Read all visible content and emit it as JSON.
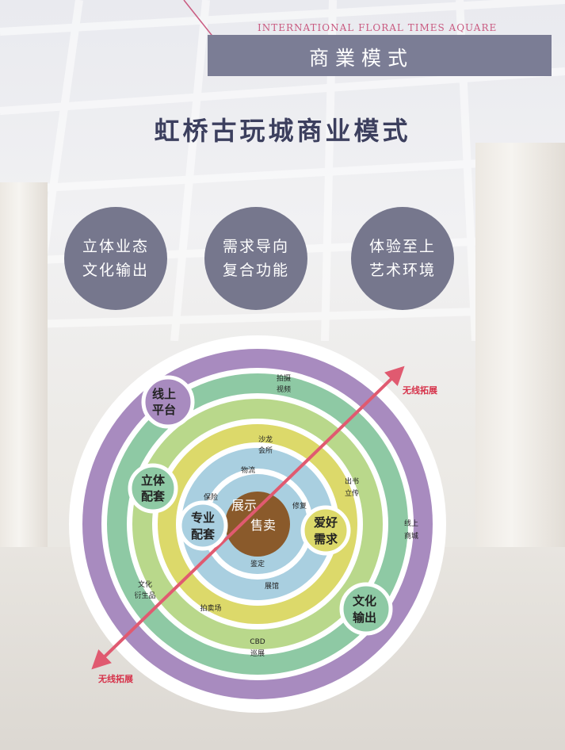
{
  "header": {
    "tagline": "INTERNATIONAL FLORAL TIMES AQUARE",
    "title": "商業模式"
  },
  "page_title": "虹桥古玩城商业模式",
  "pillars": [
    {
      "line1": "立体业态",
      "line2": "文化输出"
    },
    {
      "line1": "需求导向",
      "line2": "复合功能"
    },
    {
      "line1": "体验至上",
      "line2": "艺术环境"
    }
  ],
  "diagram": {
    "core": {
      "line1": "展示",
      "line2": "售卖"
    },
    "rings": {
      "blue": [
        "物流",
        "保险",
        "修复",
        "鉴定"
      ],
      "yellow": [
        [
          "沙龙",
          "会所"
        ],
        "展馆"
      ],
      "green": [
        [
          "拍摄",
          "视频"
        ],
        [
          "出书",
          "立传"
        ],
        [
          "文化",
          "衍生品"
        ],
        "拍卖场"
      ],
      "purple": [
        [
          "线上",
          "商城"
        ],
        [
          "CBD",
          "巡展"
        ]
      ]
    },
    "nodes": [
      {
        "line1": "线上",
        "line2": "平台"
      },
      {
        "line1": "立体",
        "line2": "配套"
      },
      {
        "line1": "专业",
        "line2": "配套"
      },
      {
        "line1": "爱好",
        "line2": "需求"
      },
      {
        "line1": "文化",
        "line2": "输出"
      }
    ],
    "arrow_label": "无线拓展",
    "colors": {
      "purple": "#a88bbf",
      "green": "#8ec9a4",
      "light_green": "#b9d88b",
      "yellow": "#dcd96a",
      "blue": "#a9cfe0",
      "core": "#8a5a2b",
      "arrow": "#e05a70",
      "circle": "#76778d"
    }
  }
}
